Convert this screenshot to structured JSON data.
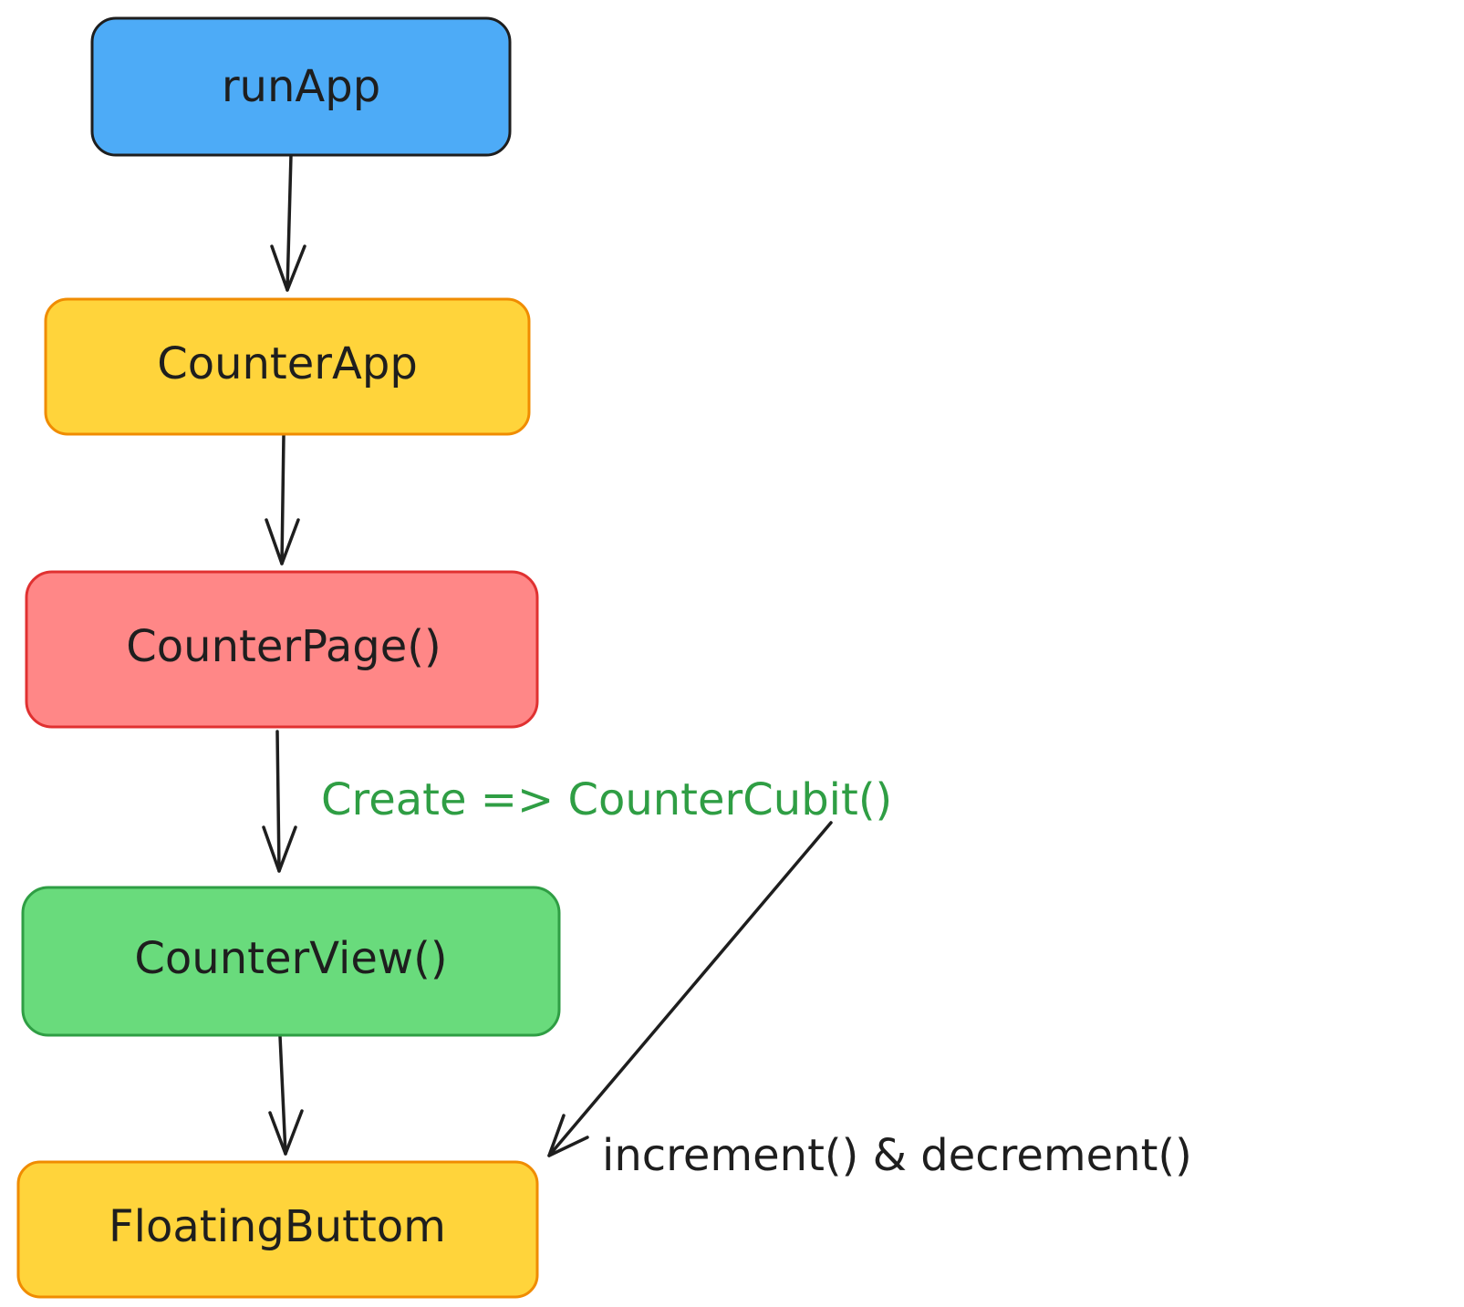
{
  "nodes": [
    {
      "id": "runapp",
      "label": "runApp",
      "fill": "#4dabf7",
      "stroke": "#1e1e1e"
    },
    {
      "id": "counterapp",
      "label": "CounterApp",
      "fill": "#ffd43b",
      "stroke": "#f08c00"
    },
    {
      "id": "counterpage",
      "label": "CounterPage()",
      "fill": "#ff8787",
      "stroke": "#e03131"
    },
    {
      "id": "counterview",
      "label": "CounterView()",
      "fill": "#69db7c",
      "stroke": "#2f9e44"
    },
    {
      "id": "floatingbuttom",
      "label": "FloatingButtom",
      "fill": "#ffd43b",
      "stroke": "#f08c00"
    }
  ],
  "annotations": {
    "create_label": "Create => CounterCubit()",
    "create_color": "#2f9e44",
    "methods_label": "increment() & decrement()",
    "methods_color": "#1e1e1e"
  },
  "colors": {
    "arrow": "#1e1e1e",
    "background": "#ffffff"
  }
}
